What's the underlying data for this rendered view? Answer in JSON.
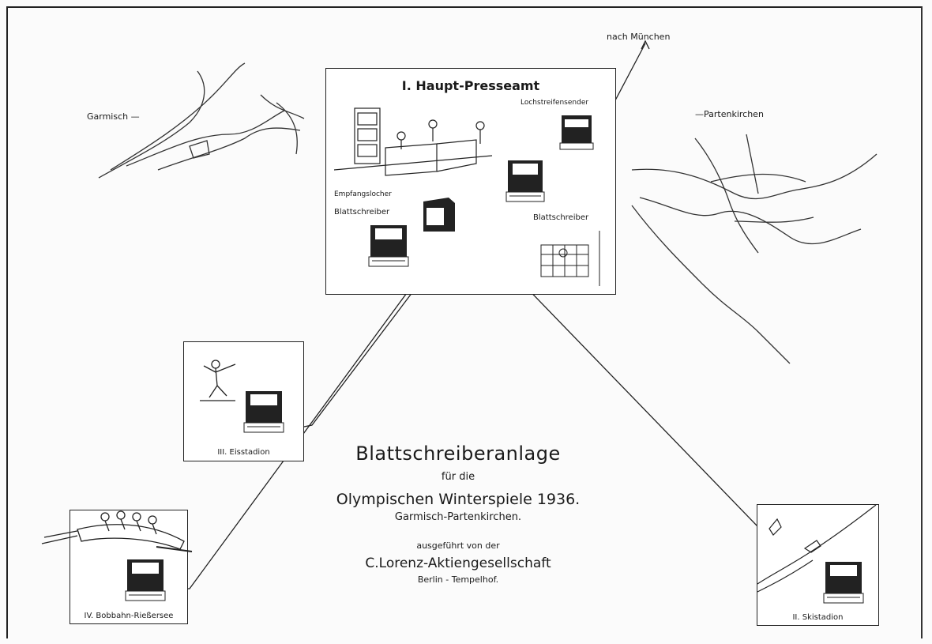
{
  "hq": {
    "title": "I. Haupt-Presseamt",
    "labels": {
      "sender": "Lochstreifensender",
      "receiver": "Empfangslocher",
      "teleprinter_left": "Blattschreiber",
      "teleprinter_right": "Blattschreiber"
    }
  },
  "map": {
    "garmisch": "Garmisch —",
    "partenkirchen": "—Partenkirchen",
    "munich": "nach München"
  },
  "stations": {
    "ice": "III. Eisstadion",
    "bob": "IV. Bobbahn-Rießersee",
    "ski": "II. Skistadion"
  },
  "title": {
    "main": "Blattschreiberanlage",
    "sub": "für die",
    "games": "Olympischen Winterspiele 1936.",
    "location": "Garmisch-Partenkirchen.",
    "by": "ausgeführt von der",
    "company": "C.Lorenz-Aktiengesellschaft",
    "city": "Berlin - Tempelhof."
  }
}
